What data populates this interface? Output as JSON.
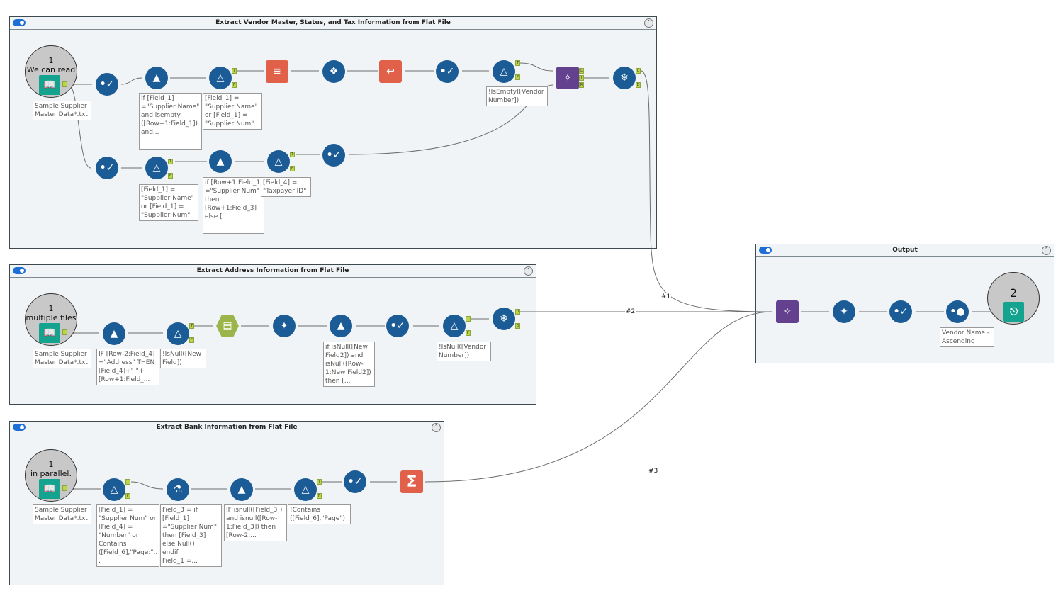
{
  "containers": [
    {
      "title": "Extract Vendor Master, Status, and Tax Information from Flat File",
      "enabled": true
    },
    {
      "title": "Extract Address Information from Flat File",
      "enabled": true
    },
    {
      "title": "Extract Bank Information from Flat File",
      "enabled": true
    },
    {
      "title": "Output",
      "enabled": true
    }
  ],
  "comments": {
    "c1": {
      "number": "1",
      "text": "We can read"
    },
    "c2": {
      "number": "1",
      "text": "multiple files"
    },
    "c3": {
      "number": "1",
      "text": "in parallel."
    },
    "c4": {
      "number": "2",
      "text": ""
    }
  },
  "annotations": {
    "input1": "Sample Supplier\nMaster Data*.txt",
    "mr1": "if [Field_1]\n=\"Supplier Name\"\nand isempty\n([Row+1:Field_1])\nand...",
    "f1": "[Field_1] =\n\"Supplier Name\"\nor [Field_1] =\n\"Supplier Num\"",
    "f2": "!IsEmpty([Vendor\nNumber])",
    "f3": "[Field_1] =\n\"Supplier Name\"\nor [Field_1] =\n\"Supplier Num\"",
    "mr2": "if [Row+1:Field_1]\n=\"Supplier Num\"\nthen\n[Row+1:Field_3]\nelse [...",
    "f4": "[Field_4] =\n\"Taxpayer ID\"",
    "input2": "Sample Supplier\nMaster Data*.txt",
    "mr3": "IF [Row-2:Field_4]\n=\"Address\" THEN\n[Field_4]+\" \"+\n[Row+1:Field_...",
    "f5": "!IsNull([New\nField])",
    "mr4": "if isNull([New\nField2]) and\nisNull([Row-\n1:New Field2])\nthen [...",
    "f6": "!IsNull([Vendor\nNumber])",
    "input3": "Sample Supplier\nMaster Data*.txt",
    "f7": "[Field_1] =\n\"Supplier Num\" or\n[Field_4] =\n\"Number\" or\nContains\n([Field_6],\"Page:\"..\n.",
    "formula1": "Field_3 = if\n[Field_1]\n=\"Supplier Num\"\nthen [Field_3]\nelse Null()\nendif\nField_1 =...",
    "mr5": "IF isnull([Field_3])\nand isnull([Row-\n1:Field_3]) then\n[Row-2:...",
    "f8": "!Contains\n([Field_6],\"Page\")",
    "sort1": "Vendor Name -\nAscending"
  },
  "wire_labels": [
    "#1",
    "#2",
    "#3"
  ],
  "anchors": {
    "true": "T",
    "false": "F",
    "left": "L",
    "join": "J",
    "right": "R",
    "unique": "U",
    "dup": "D"
  },
  "colors": {
    "tool_blue": "#1b5c96",
    "tool_red": "#e0604a",
    "tool_purple": "#64418f",
    "tool_green": "#9bb54a",
    "tool_teal": "#13a38e",
    "anchor": "#b9d64a",
    "toggle": "#1d6fd6"
  }
}
